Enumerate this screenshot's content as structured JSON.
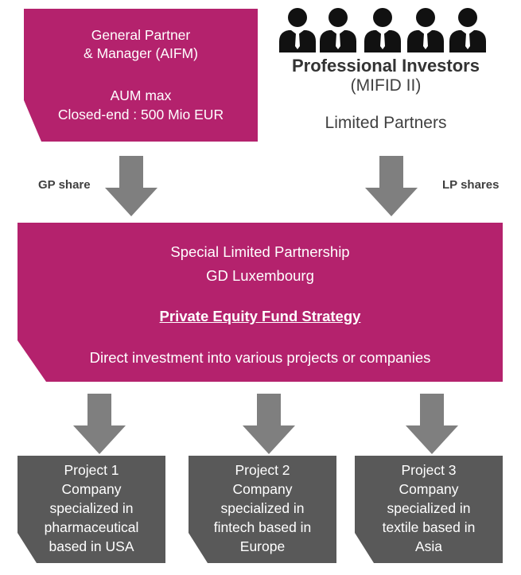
{
  "colors": {
    "magenta": "#b4226d",
    "project_gray": "#595959",
    "arrow_gray": "#7f7f7f",
    "icon_black": "#111111"
  },
  "gp_box": {
    "line1": "General Partner",
    "line2": "& Manager (AIFM)",
    "line3": "AUM max",
    "line4": "Closed-end : 500 Mio EUR"
  },
  "investors": {
    "icon": "businessman-icon",
    "count": 5,
    "title": "Professional Investors",
    "subtitle": "(MIFID II)",
    "role": "Limited Partners"
  },
  "arrows": {
    "gp_label": "GP share",
    "lp_label": "LP shares"
  },
  "fund_box": {
    "line1": "Special Limited Partnership",
    "line2": "GD Luxembourg",
    "strategy": "Private Equity Fund Strategy",
    "description": "Direct investment into various projects or companies"
  },
  "projects": [
    {
      "title": "Project 1",
      "line1": "Company",
      "line2": "specialized in",
      "line3": "pharmaceutical",
      "line4": "based in USA"
    },
    {
      "title": "Project 2",
      "line1": "Company",
      "line2": "specialized in",
      "line3": "fintech based in",
      "line4": "Europe"
    },
    {
      "title": "Project 3",
      "line1": "Company",
      "line2": "specialized in",
      "line3": "textile based in",
      "line4": "Asia"
    }
  ]
}
